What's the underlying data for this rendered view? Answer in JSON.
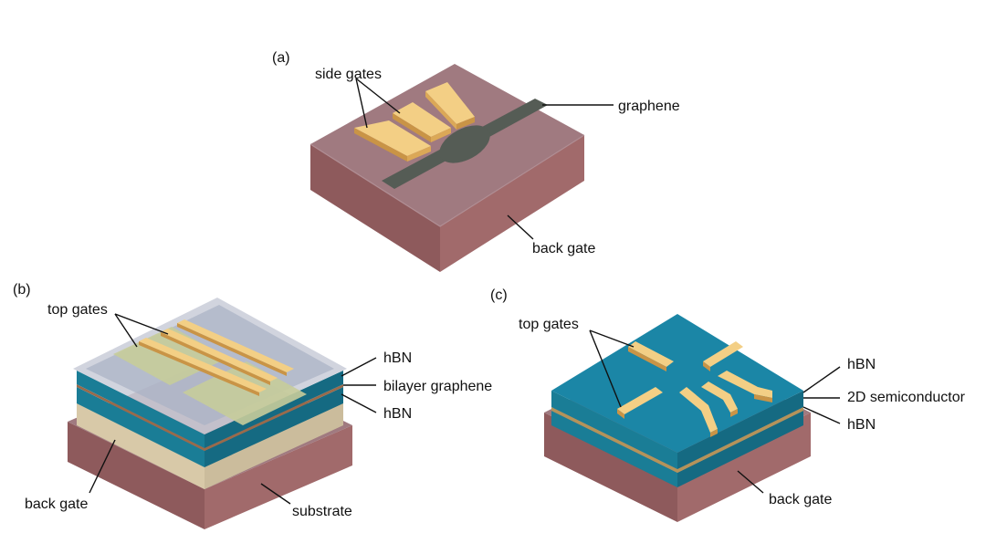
{
  "panels": {
    "a": {
      "tag": "(a)",
      "labels": {
        "side_gates": "side gates",
        "graphene": "graphene",
        "back_gate": "back gate"
      }
    },
    "b": {
      "tag": "(b)",
      "labels": {
        "top_gates": "top gates",
        "hbn_upper": "hBN",
        "bilayer_graphene": "bilayer graphene",
        "hbn_lower": "hBN",
        "back_gate": "back gate",
        "substrate": "substrate"
      }
    },
    "c": {
      "tag": "(c)",
      "labels": {
        "top_gates": "top gates",
        "hbn_upper": "hBN",
        "semiconductor": "2D semiconductor",
        "hbn_lower": "hBN",
        "back_gate": "back gate"
      }
    }
  },
  "colors": {
    "back_gate_top": "#a07a80",
    "back_gate_left": "#8e5a5c",
    "back_gate_right": "#a16a6b",
    "graphene": "#555c55",
    "gold": "#f3cf85",
    "hbn_top": "#1b86a6",
    "hbn_side": "#1a7d96",
    "hbn_side_dark": "#156a82",
    "hbn_cover": "#dcdfe6",
    "semiconductor": "#b4935a",
    "substrate_layer": "#d8c9a8",
    "green_film": "#c6cc9a"
  }
}
